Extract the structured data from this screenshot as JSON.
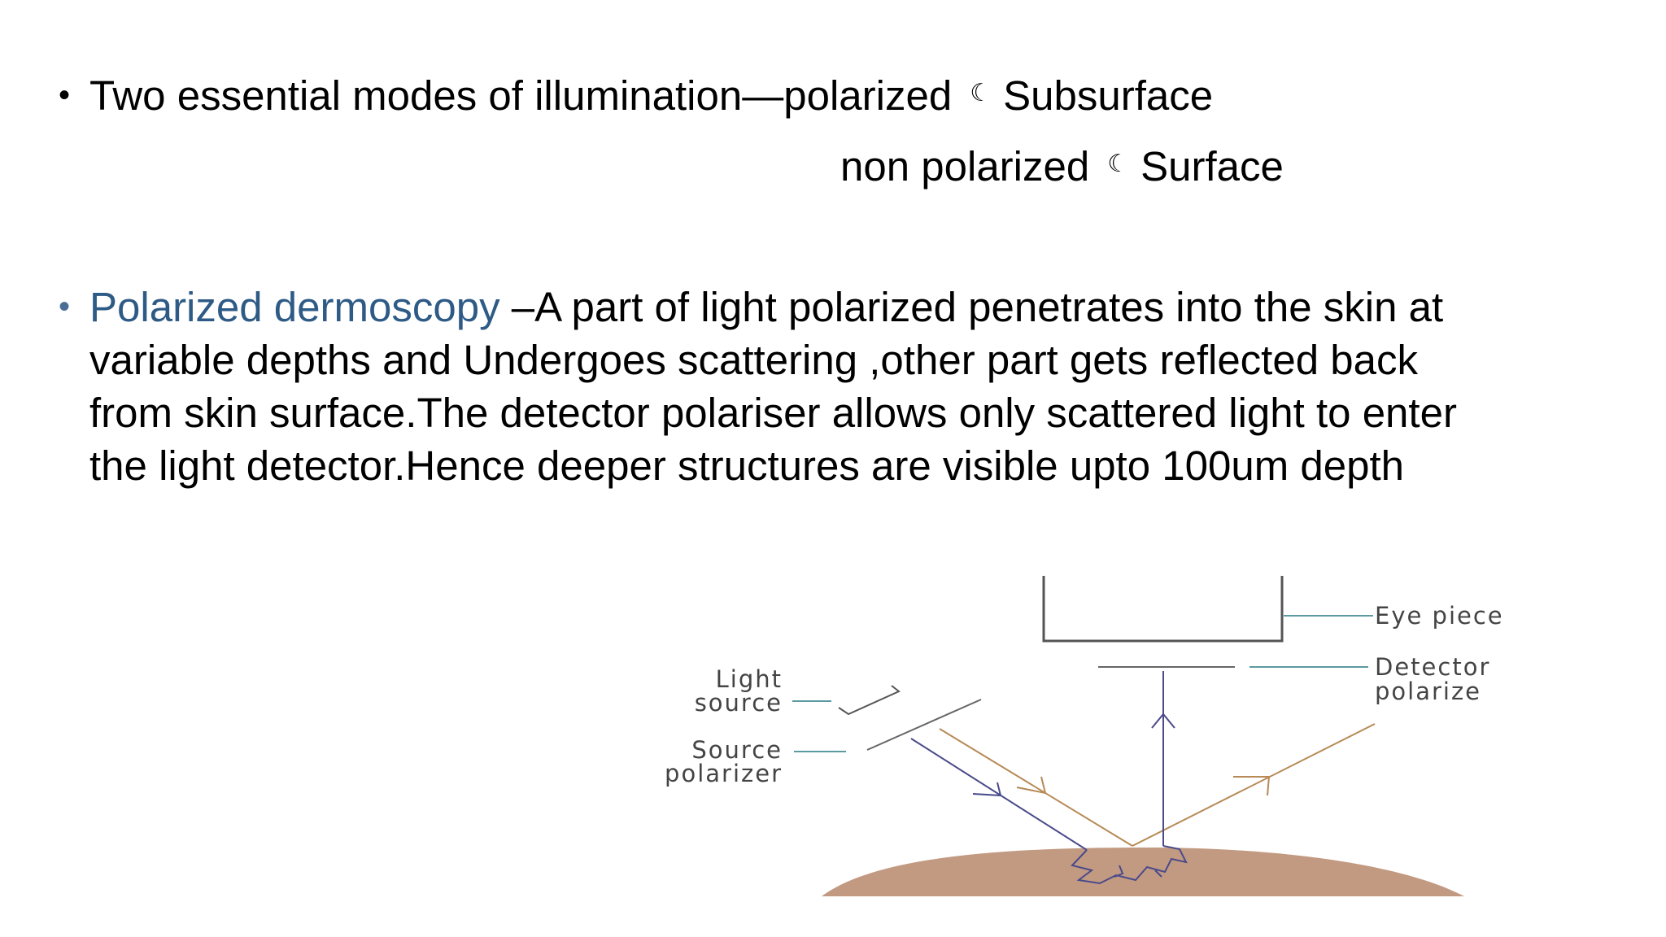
{
  "bullets": {
    "first": {
      "lead": "Two essential modes of illumination—polarized",
      "first_result": "Subsurface",
      "second_mode": "non polarized",
      "second_result": "Surface",
      "arrow_glyph": "☾"
    },
    "second": {
      "accent": "Polarized dermoscopy",
      "lines": [
        " –A part of light polarized penetrates into the skin at",
        "variable depths and Undergoes scattering ,other part gets reflected back",
        "from skin surface.The detector polariser allows only scattered light to enter",
        "the light detector.Hence deeper structures are visible upto 100um depth"
      ]
    }
  },
  "diagram": {
    "labels": {
      "eye_piece": "Eye piece",
      "detector_1": "Detector",
      "detector_2": "polarize",
      "light_1": "Light",
      "light_2": "source",
      "source_1": "Source",
      "source_2": "polarizer"
    },
    "colors": {
      "skin": "#c29a82",
      "incident": "#4a4a8a",
      "reflected": "#b78a56",
      "leader": "#5a9aa0",
      "accent_text": "#2e5b86"
    }
  }
}
